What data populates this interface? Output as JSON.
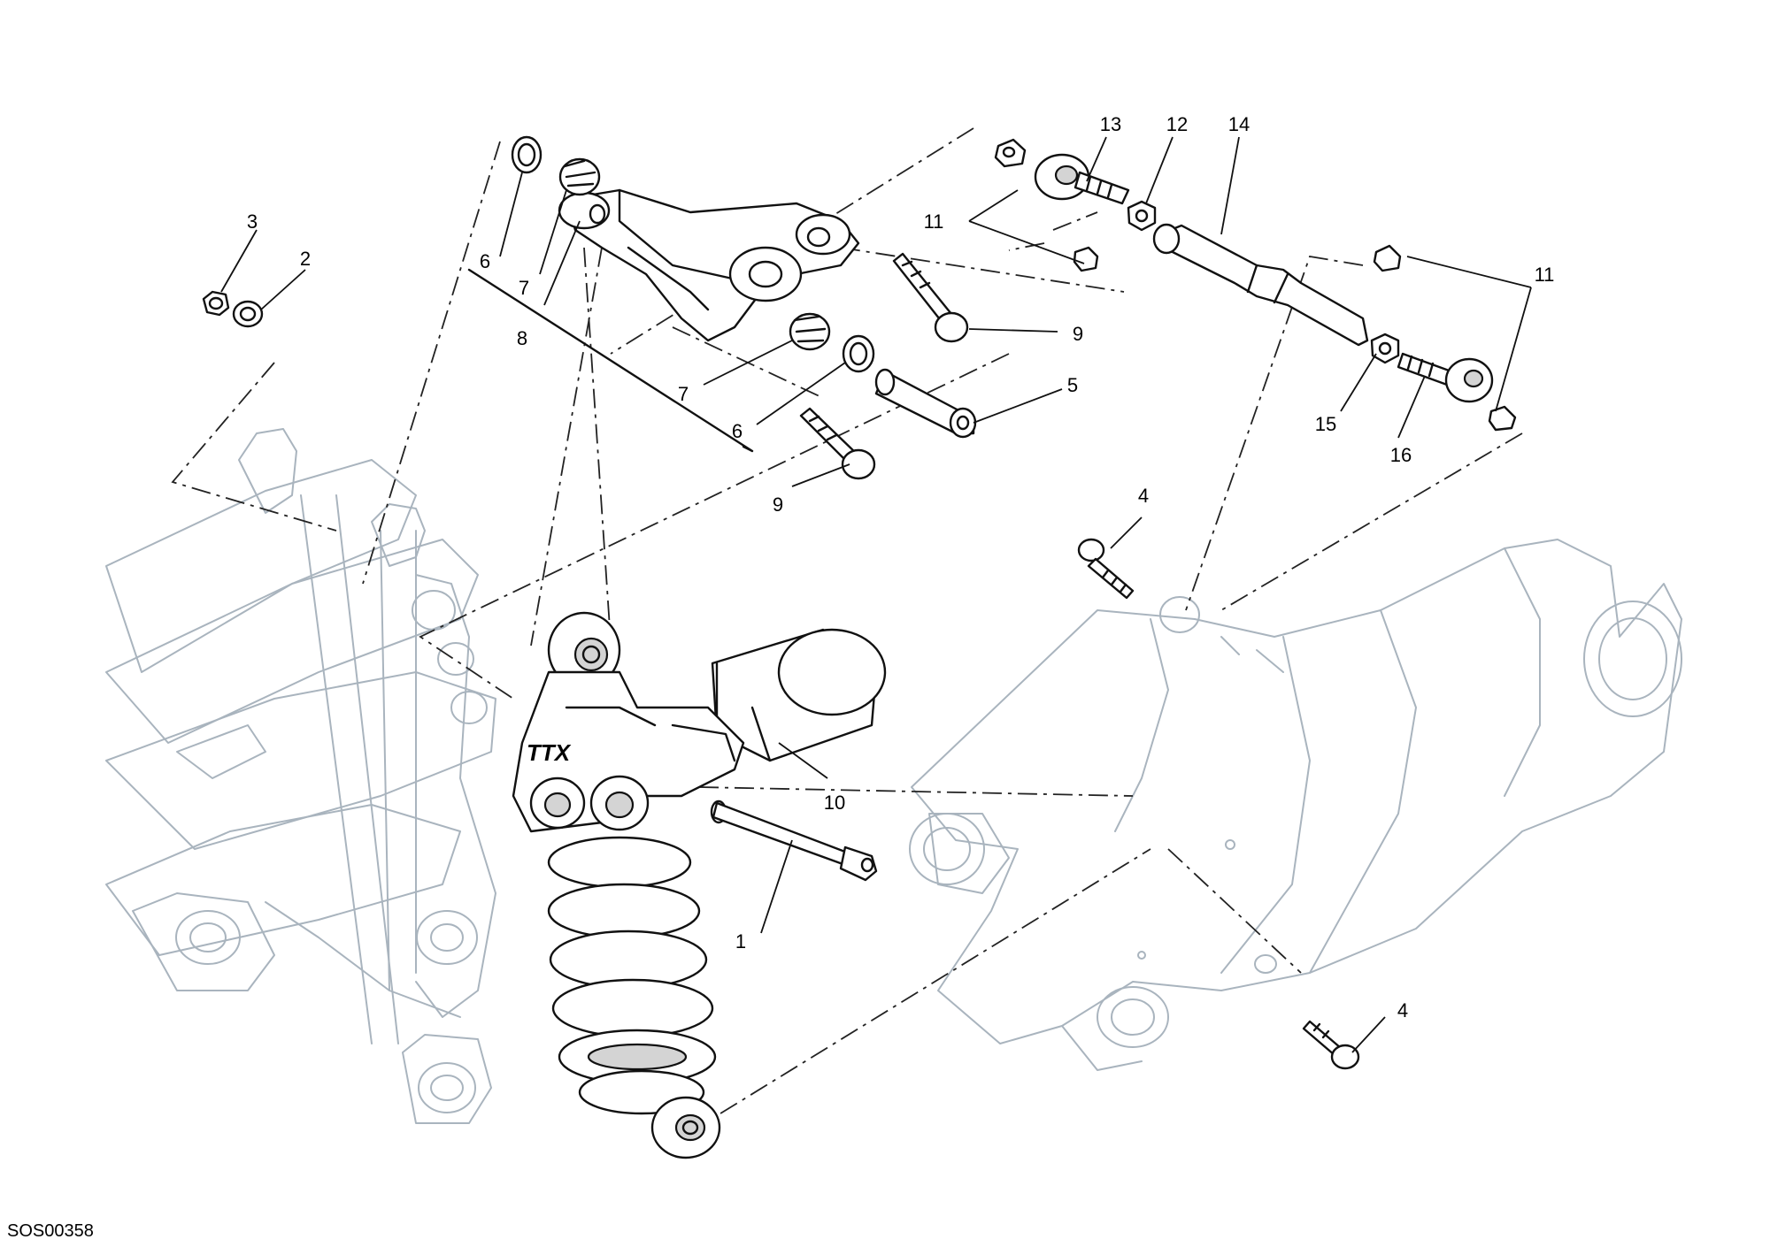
{
  "diagram": {
    "document_code": "SOS00358",
    "callouts": [
      {
        "id": "c1",
        "text": "1"
      },
      {
        "id": "c2",
        "text": "2"
      },
      {
        "id": "c3",
        "text": "3"
      },
      {
        "id": "c4a",
        "text": "4"
      },
      {
        "id": "c4b",
        "text": "4"
      },
      {
        "id": "c5",
        "text": "5"
      },
      {
        "id": "c6a",
        "text": "6"
      },
      {
        "id": "c6b",
        "text": "6"
      },
      {
        "id": "c7a",
        "text": "7"
      },
      {
        "id": "c7b",
        "text": "7"
      },
      {
        "id": "c8",
        "text": "8"
      },
      {
        "id": "c9a",
        "text": "9"
      },
      {
        "id": "c9b",
        "text": "9"
      },
      {
        "id": "c10",
        "text": "10"
      },
      {
        "id": "c11a",
        "text": "11"
      },
      {
        "id": "c11b",
        "text": "11"
      },
      {
        "id": "c12",
        "text": "12"
      },
      {
        "id": "c13",
        "text": "13"
      },
      {
        "id": "c14",
        "text": "14"
      },
      {
        "id": "c15",
        "text": "15"
      },
      {
        "id": "c16",
        "text": "16"
      }
    ],
    "shock_decal": "TTX"
  }
}
